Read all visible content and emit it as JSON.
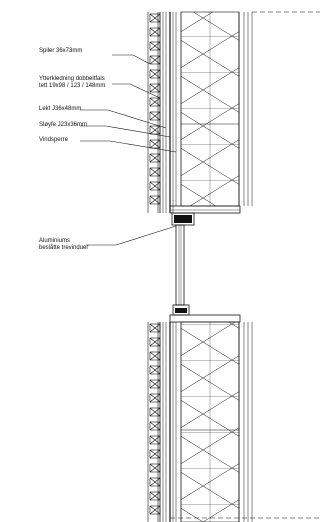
{
  "labels": {
    "spiler": "Spiler 36x73mm",
    "ytterkledning_line1": "Ytterkledning dobbeltfals",
    "ytterkledning_line2": "tett 19x98 / 123 / 148mm",
    "lekt": "Lekt J36x48mm",
    "sloyfe": "Sløyfe J23x36mm",
    "vindsperre": "Vindsperre",
    "aluminium_line1": "Aluminiums",
    "aluminium_line2": "beslåtte trevinduer"
  },
  "colors": {
    "line": "#111111",
    "background": "#ffffff"
  }
}
